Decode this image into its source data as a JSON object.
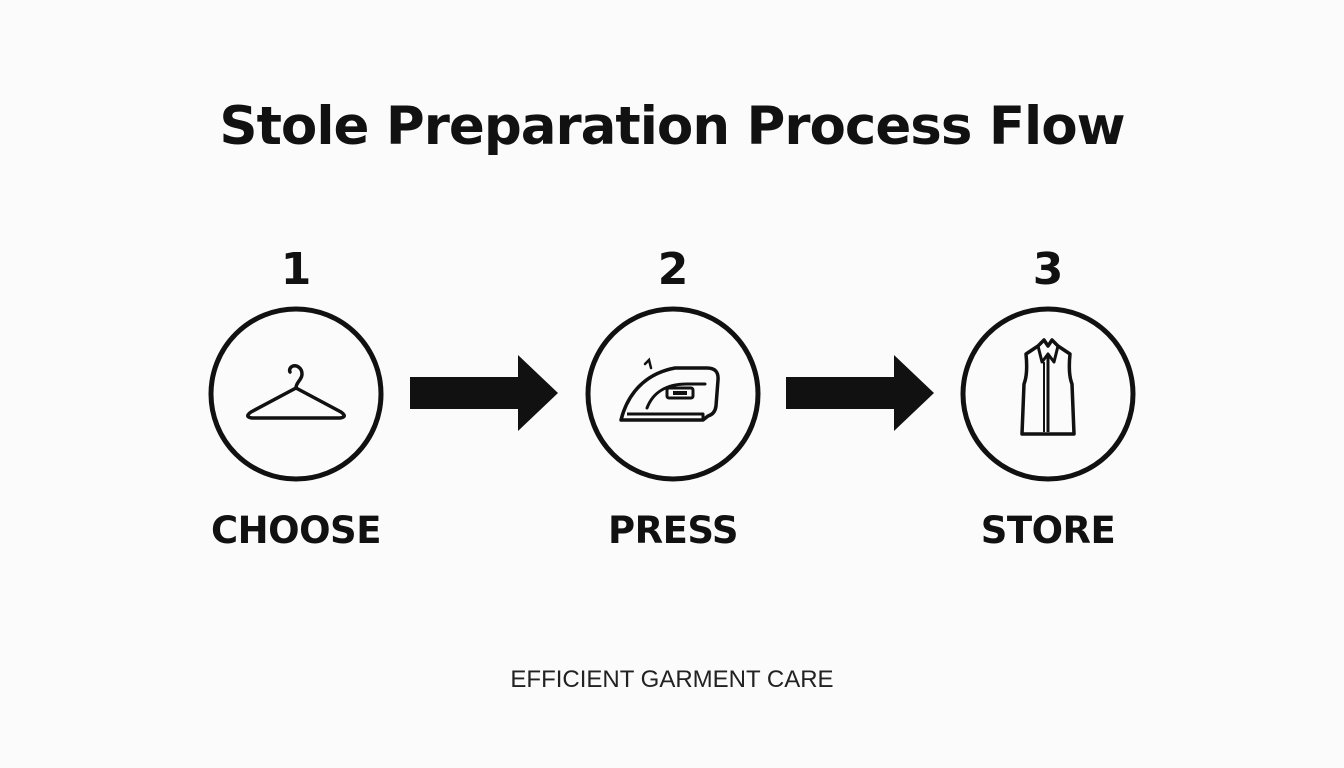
{
  "title": "Stole Preparation Process Flow",
  "steps": [
    {
      "number": "1",
      "label": "CHOOSE",
      "icon": "hanger-icon"
    },
    {
      "number": "2",
      "label": "PRESS",
      "icon": "iron-icon"
    },
    {
      "number": "3",
      "label": "STORE",
      "icon": "garment-icon"
    }
  ],
  "footer": "EFFICIENT GARMENT CARE",
  "colors": {
    "ink": "#111111",
    "background": "#fbfbfb"
  }
}
